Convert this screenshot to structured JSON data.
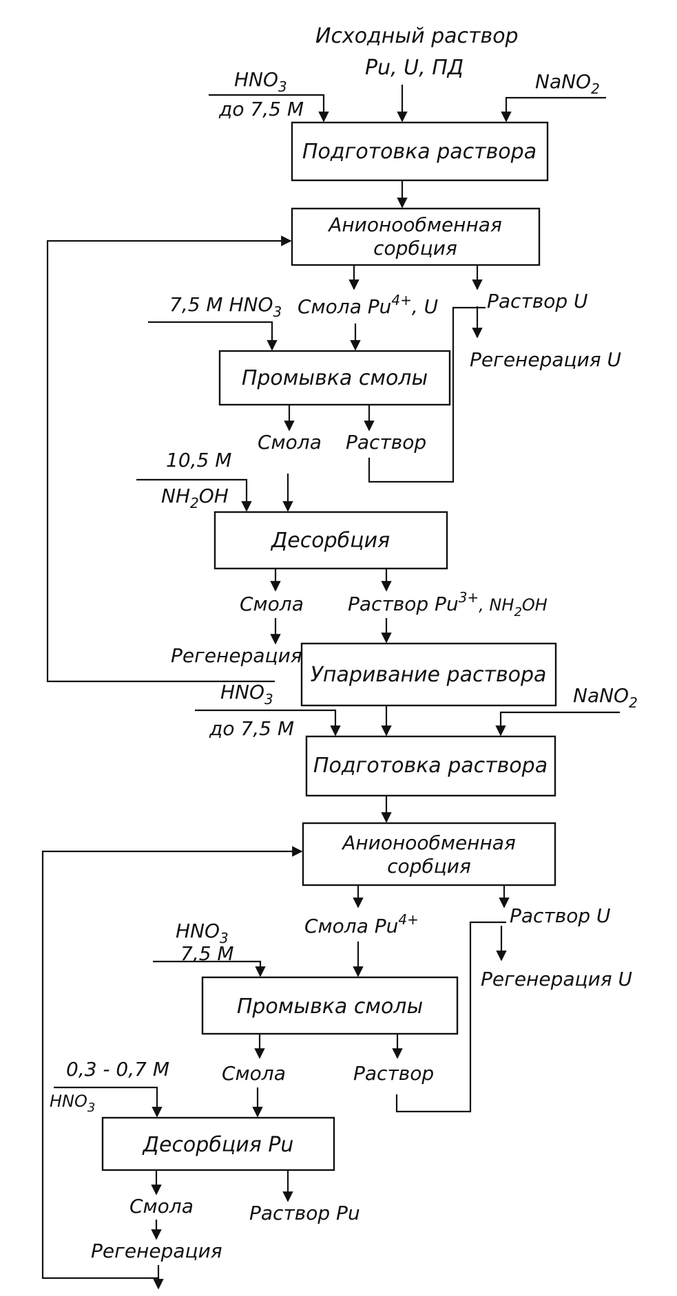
{
  "boxes": {
    "prep1": "Подготовка раствора",
    "sorp1_l1": "Анионообменная",
    "sorp1_l2": "сорбция",
    "wash1": "Промывка смолы",
    "desorp1": "Десорбция",
    "evap": "Упаривание раствора",
    "prep2": "Подготовка раствора",
    "sorp2_l1": "Анионообменная",
    "sorp2_l2": "сорбция",
    "wash2": "Промывка смолы",
    "desorp2": "Десорбция Pu"
  },
  "labels": {
    "feed_l1": "Исходный раствор",
    "feed_l2": "Pu, U, ПД",
    "hno3_1_l1": "HNO",
    "hno3_1_sub": "3",
    "hno3_1_l2": "до 7,5 М",
    "nano2_1": "NaNO",
    "nano2_1_sub": "2",
    "wash1_reagent": "7,5 М HNO",
    "wash1_reagent_sub": "3",
    "resin_pu_u": "Смола Pu",
    "resin_pu_u_sup": "4+",
    "resin_pu_u_tail": ", U",
    "sol_u_1": "Раствор U",
    "regen_u_1": "Регенерация U",
    "resin_1": "Смола",
    "solution_1": "Раствор",
    "nh2oh_l1": "10,5 М",
    "nh2oh_l2a": "NH",
    "nh2oh_l2sub": "2",
    "nh2oh_l2b": "OH",
    "resin_2": "Смола",
    "sol_pu3_a": "Раствор Pu",
    "sol_pu3_sup": "3+",
    "sol_pu3_b": ", NH",
    "sol_pu3_sub": "2",
    "sol_pu3_c": "OH",
    "regen_1": "Регенерация",
    "hno3_2_l1": "HNO",
    "hno3_2_sub": "3",
    "hno3_2_l2": "до 7,5 М",
    "nano2_2": "NaNO",
    "nano2_2_sub": "2",
    "resin_pu4": "Смола Pu",
    "resin_pu4_sup": "4+",
    "sol_u_2": "Раствор U",
    "regen_u_2": "Регенерация U",
    "wash2_reagent_l1": "HNO",
    "wash2_reagent_sub": "3",
    "wash2_reagent_l2": "7,5 М",
    "resin_3": "Смола",
    "solution_2": "Раствор",
    "desorp2_reagent_l1": "0,3 - 0,7 М",
    "desorp2_reagent_l2": "HNO",
    "desorp2_reagent_sub": "3",
    "resin_4": "Смола",
    "sol_pu": "Раствор Pu",
    "regen_2": "Регенерация"
  }
}
